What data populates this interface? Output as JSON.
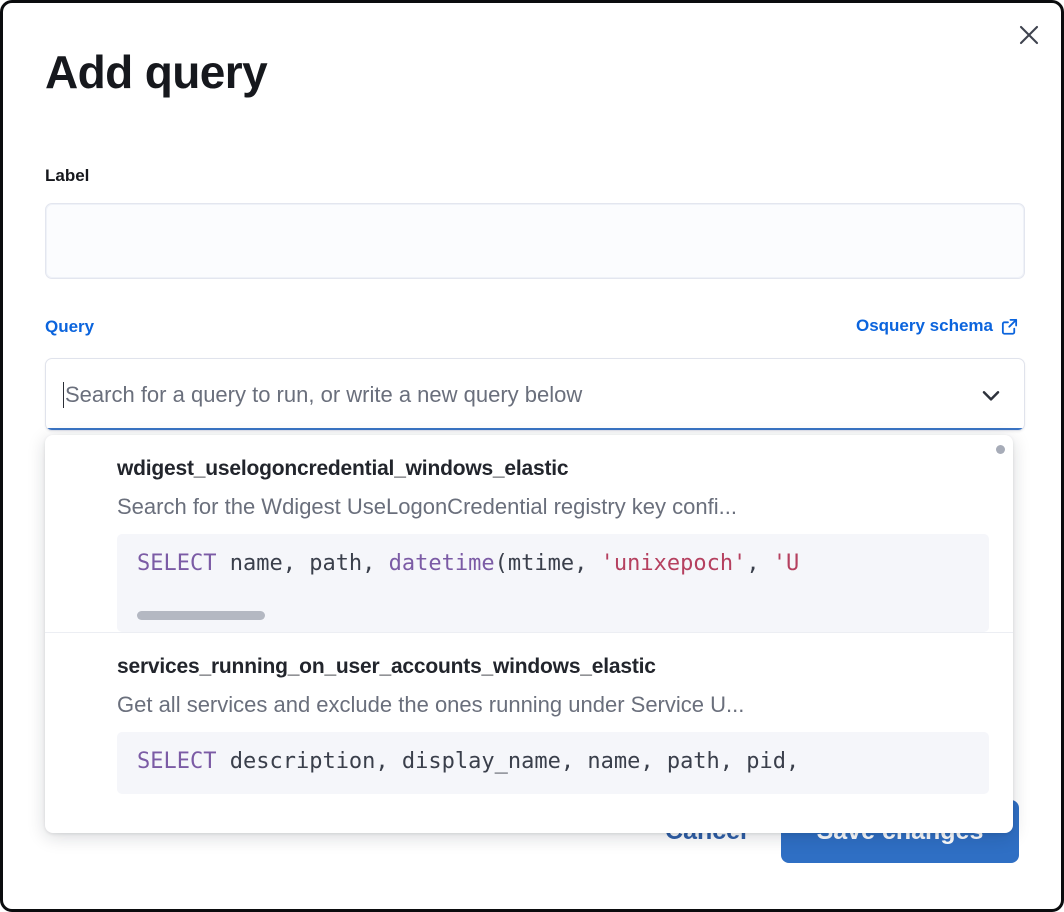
{
  "dialog": {
    "title": "Add query",
    "close_icon": "close-icon"
  },
  "label_field": {
    "label": "Label",
    "value": "",
    "placeholder": ""
  },
  "query_field": {
    "label": "Query",
    "schema_link": "Osquery schema",
    "schema_link_icon": "external-link-icon",
    "combobox": {
      "value": "",
      "placeholder": "Search for a query to run, or write a new query below",
      "chevron_icon": "chevron-down-icon"
    }
  },
  "dropdown": {
    "items": [
      {
        "title": "wdigest_uselogoncredential_windows_elastic",
        "description": "Search for the Wdigest UseLogonCredential registry key confi...",
        "code_tokens": [
          {
            "t": "SELECT",
            "c": "kw"
          },
          {
            "t": " name, path, ",
            "c": "pl"
          },
          {
            "t": "datetime",
            "c": "fn"
          },
          {
            "t": "(mtime, ",
            "c": "pl"
          },
          {
            "t": "'unixepoch'",
            "c": "str"
          },
          {
            "t": ", ",
            "c": "pl"
          },
          {
            "t": "'U",
            "c": "str"
          }
        ],
        "has_scrollbar": true
      },
      {
        "title": "services_running_on_user_accounts_windows_elastic",
        "description": "Get all services and exclude the ones running under Service U...",
        "code_tokens": [
          {
            "t": "SELECT",
            "c": "kw"
          },
          {
            "t": " description, display_name, name, path, pid,",
            "c": "pl"
          }
        ],
        "has_scrollbar": false
      }
    ]
  },
  "footer": {
    "cancel_label": "Cancel",
    "save_label": "Save changes"
  },
  "colors": {
    "accent": "#0b64dd",
    "primary_button": "#2f6fc4",
    "focus_underline": "#3a74c4",
    "sql_keyword": "#7b5ba5",
    "sql_string": "#b5405f",
    "text_primary": "#16181d",
    "text_muted": "#6a6f7c"
  }
}
